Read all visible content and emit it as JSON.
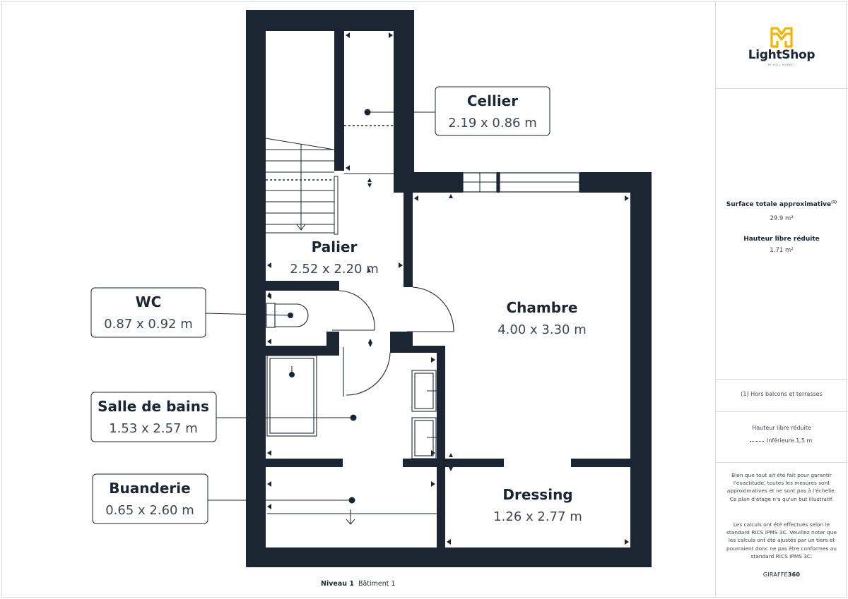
{
  "brand": {
    "name": "LightShop",
    "tagline": "BY NELL MARKET"
  },
  "colors": {
    "wall": "#1c2633",
    "text": "#1c2633",
    "muted": "#3e4753",
    "logo": "#f4b400",
    "border": "#d7dadf"
  },
  "rooms": [
    {
      "key": "cellier",
      "name": "Cellier",
      "dims": "2.19 x 0.86 m"
    },
    {
      "key": "palier",
      "name": "Palier",
      "dims": "2.52 x 2.20 m"
    },
    {
      "key": "wc",
      "name": "WC",
      "dims": "0.87 x 0.92 m"
    },
    {
      "key": "chambre",
      "name": "Chambre",
      "dims": "4.00 x 3.30 m"
    },
    {
      "key": "sdb",
      "name": "Salle de bains",
      "dims": "1.53 x 2.57 m"
    },
    {
      "key": "buanderie",
      "name": "Buanderie",
      "dims": "0.65 x 2.60 m"
    },
    {
      "key": "dressing",
      "name": "Dressing",
      "dims": "1.26 x 2.77 m"
    }
  ],
  "summary": {
    "surface_title": "Surface totale approximative",
    "surface_sup": "(1)",
    "surface_value": "29.9 m²",
    "height_title": "Hauteur libre réduite",
    "height_value": "1.71 m²"
  },
  "footnote": "(1) Hors balcons et terrasses",
  "legend": {
    "title": "Hauteur libre réduite",
    "item": "Inférieure 1.5 m",
    "icon": "dotted-line-icon"
  },
  "disclaimer": [
    "Bien que tout ait été fait pour garantir l'exactitude, toutes les mesures sont approximatives et ne sont pas à l'échelle. Ce plan d'étage n'a qu'un but illustratif.",
    "Les calculs ont été effectués selon le standard RICS IPMS 3C. Veuillez noter que les calculs ont été ajustés par un tiers et pourraient donc ne pas être conformes au standard RICS IPMS 3C."
  ],
  "provider": {
    "prefix": "GIRAFFE",
    "suffix": "360"
  },
  "level": {
    "name": "Niveau 1",
    "building": "Bâtiment 1"
  }
}
